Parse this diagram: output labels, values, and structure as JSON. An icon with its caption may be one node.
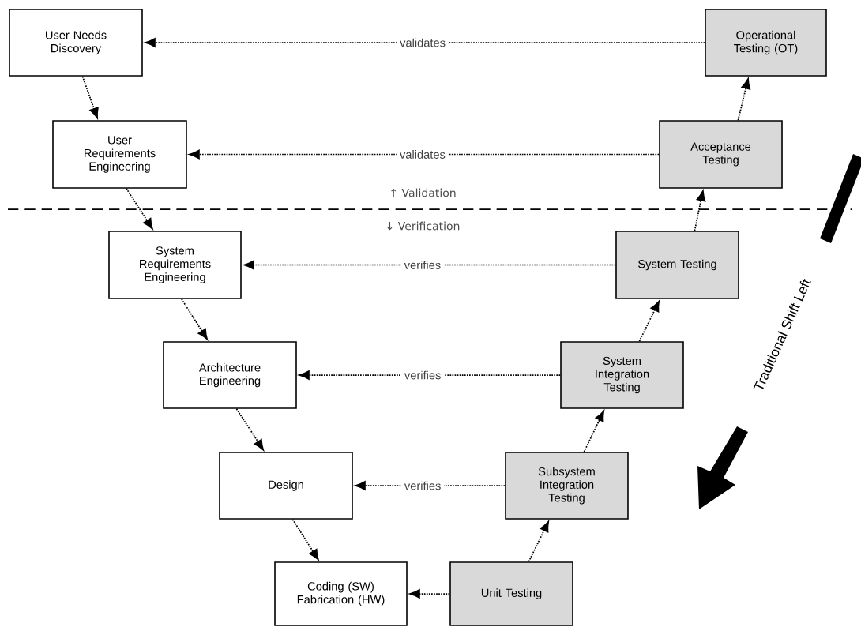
{
  "diagram": {
    "nodes": [
      {
        "text": [
          "User Needs Discovery"
        ]
      },
      {
        "text": [
          "User Requirements Engineering"
        ]
      },
      {
        "text": [
          "System Requirements Engineering"
        ]
      },
      {
        "text": [
          "Architecture Engineering"
        ]
      },
      {
        "text": [
          "Design"
        ]
      },
      {
        "text": [
          "Coding (SW) Fabrication (HW)"
        ]
      },
      {
        "text": [
          "Unit Testing"
        ]
      },
      {
        "text": [
          "Subsystem Integration Testing"
        ]
      },
      {
        "text": [
          "System Integration Testing"
        ]
      },
      {
        "text": [
          "System Testing"
        ]
      },
      {
        "text": [
          "Acceptance Testing"
        ]
      },
      {
        "text": [
          "Operational Testing (OT)"
        ]
      }
    ],
    "edges": [
      {
        "from": 0,
        "to": 1,
        "arrow": "to"
      },
      {
        "from": 1,
        "to": 2,
        "arrow": "to"
      },
      {
        "from": 2,
        "to": 3,
        "arrow": "to"
      },
      {
        "from": 3,
        "to": 4,
        "arrow": "to"
      },
      {
        "from": 4,
        "to": 5,
        "arrow": "to"
      },
      {
        "from": 6,
        "to": 7,
        "arrow": "to"
      },
      {
        "from": 7,
        "to": 8,
        "arrow": "to"
      },
      {
        "from": 8,
        "to": 9,
        "arrow": "to"
      },
      {
        "from": 9,
        "to": 10,
        "arrow": "to"
      },
      {
        "from": 10,
        "to": 11,
        "arrow": "to"
      },
      {
        "from": 11,
        "to": 0,
        "arrow": "to",
        "label": "validates"
      },
      {
        "from": 10,
        "to": 1,
        "arrow": "to",
        "label": "validates"
      },
      {
        "from": 9,
        "to": 2,
        "arrow": "to",
        "label": "verifies"
      },
      {
        "from": 8,
        "to": 3,
        "arrow": "to",
        "label": "verifies"
      },
      {
        "from": 7,
        "to": 4,
        "arrow": "to",
        "label": "verifies"
      },
      {
        "from": 6,
        "to": 5,
        "arrow": "to"
      }
    ],
    "labels": [
      "↑ Validation",
      "↓ Verification",
      "Traditional Shift Left"
    ]
  }
}
